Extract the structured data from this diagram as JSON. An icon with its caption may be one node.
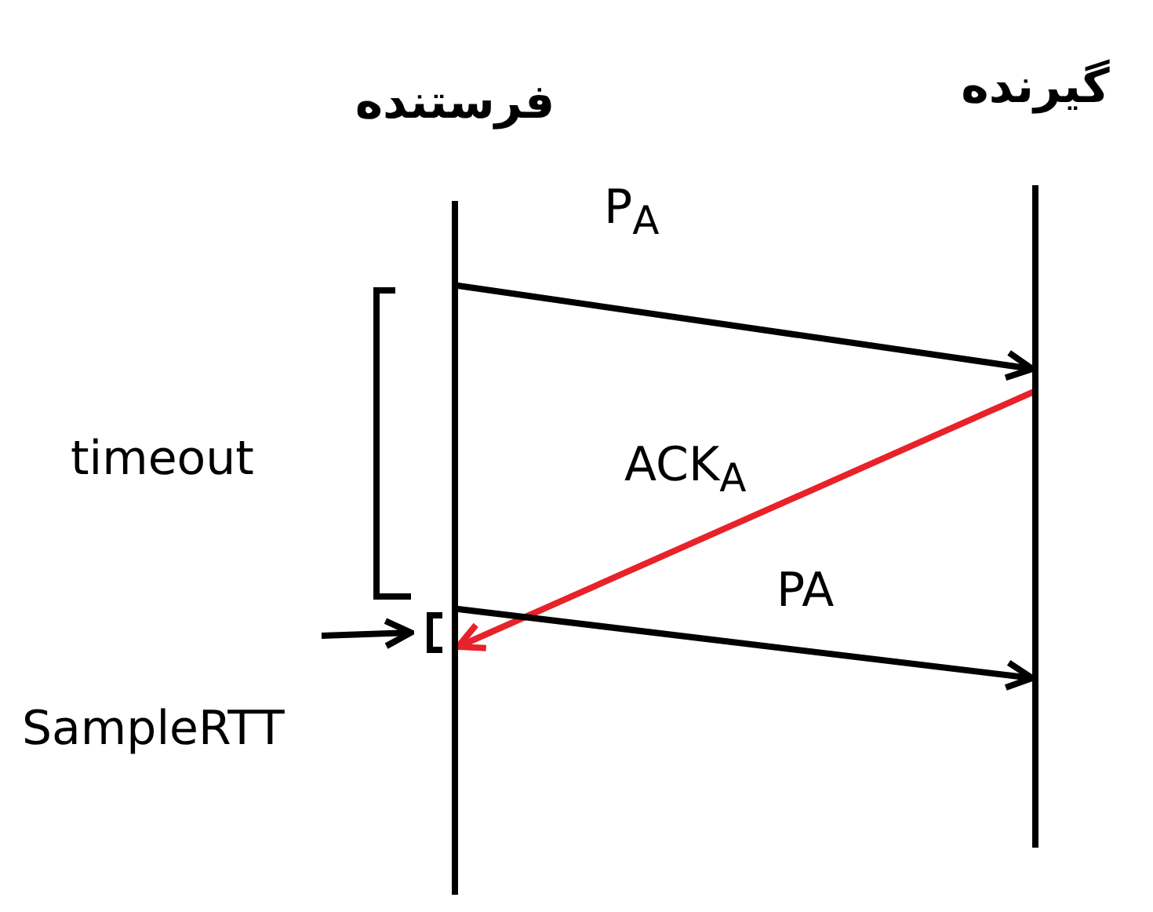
{
  "diagram": {
    "nodes": [
      {
        "text": [
          "فرستنده"
        ]
      },
      {
        "text": [
          "گیرنده"
        ]
      }
    ],
    "edges": [
      {
        "from": 0,
        "to": 1,
        "arrow": "to",
        "label": "P$_{A}$"
      },
      {
        "from": 1,
        "to": 0,
        "arrow": "to",
        "label": "ACK$_{A}$",
        "color": "#e8222a"
      },
      {
        "from": 0,
        "to": 1,
        "arrow": "to",
        "label": "PA"
      }
    ],
    "labels": [
      "timeout",
      "SampleRTT"
    ]
  }
}
